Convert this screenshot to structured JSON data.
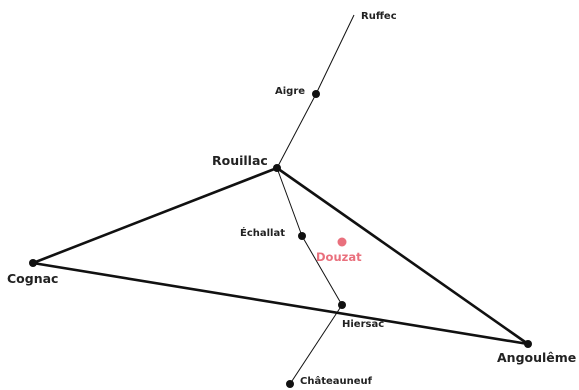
{
  "colors": {
    "road": "#111111",
    "town": "#111111",
    "highlight": "#e9707d",
    "background": "#ffffff"
  },
  "places": {
    "ruffec": "Ruffec",
    "aigre": "Aigre",
    "rouillac": "Rouillac",
    "echallat": "Échallat",
    "douzat": "Douzat",
    "cognac": "Cognac",
    "hiersac": "Hiersac",
    "angouleme": "Angoulême",
    "chateauneuf": "Châteauneuf"
  }
}
